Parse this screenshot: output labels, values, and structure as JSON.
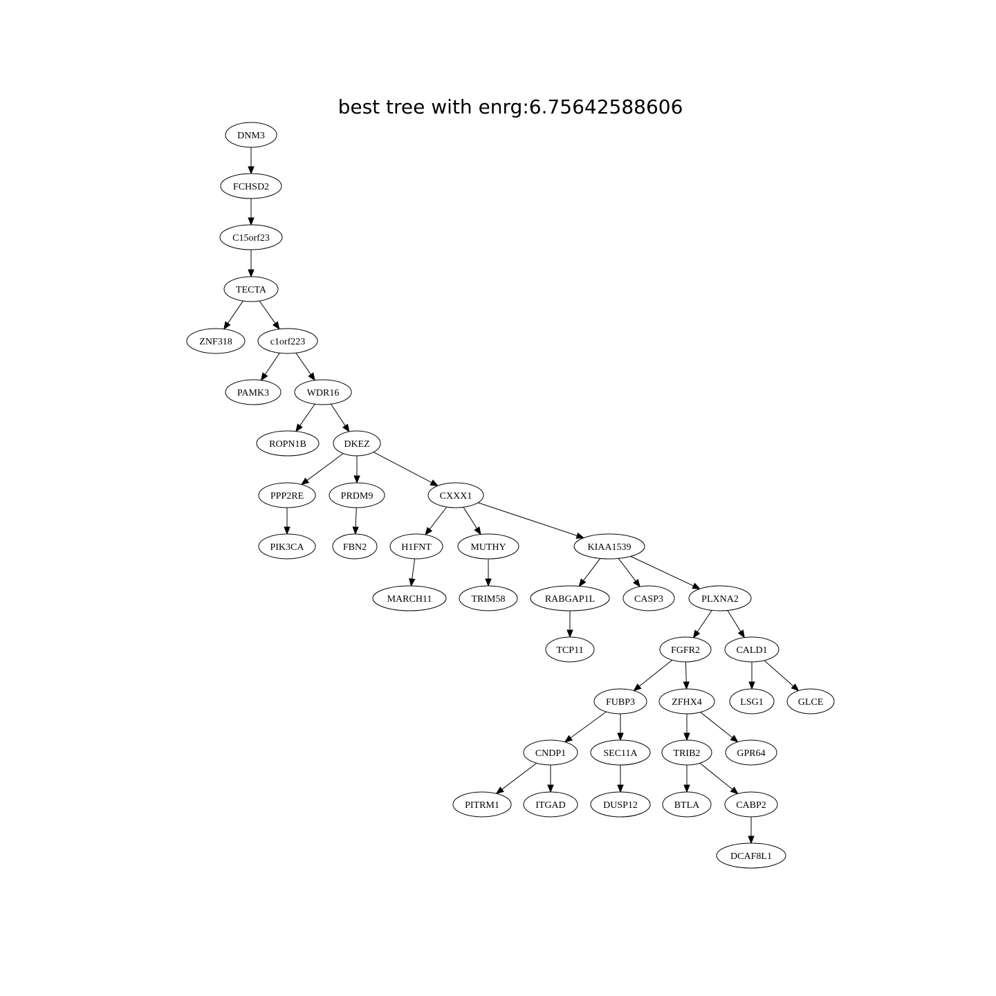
{
  "title": "best tree with enrg:6.75642588606",
  "nodes": [
    {
      "id": "DNM3",
      "label": "DNM3"
    },
    {
      "id": "FCHSD2",
      "label": "FCHSD2"
    },
    {
      "id": "C15orf23",
      "label": "C15orf23"
    },
    {
      "id": "TECTA",
      "label": "TECTA"
    },
    {
      "id": "ZNF318",
      "label": "ZNF318"
    },
    {
      "id": "c1orf223",
      "label": "c1orf223"
    },
    {
      "id": "PAMK3",
      "label": "PAMK3"
    },
    {
      "id": "WDR16",
      "label": "WDR16"
    },
    {
      "id": "ROPN1B",
      "label": "ROPN1B"
    },
    {
      "id": "DKEZ",
      "label": "DKEZ"
    },
    {
      "id": "PPP2RE",
      "label": "PPP2RE"
    },
    {
      "id": "PRDM9",
      "label": "PRDM9"
    },
    {
      "id": "CXXX1",
      "label": "CXXX1"
    },
    {
      "id": "PIK3CA",
      "label": "PIK3CA"
    },
    {
      "id": "FBN2",
      "label": "FBN2"
    },
    {
      "id": "H1FNT",
      "label": "H1FNT"
    },
    {
      "id": "MUTHY",
      "label": "MUTHY"
    },
    {
      "id": "KIAA1539",
      "label": "KIAA1539"
    },
    {
      "id": "MARCH11",
      "label": "MARCH11"
    },
    {
      "id": "TRIM58",
      "label": "TRIM58"
    },
    {
      "id": "RABGAP1L",
      "label": "RABGAP1L"
    },
    {
      "id": "CASP3",
      "label": "CASP3"
    },
    {
      "id": "PLXNA2",
      "label": "PLXNA2"
    },
    {
      "id": "TCP11",
      "label": "TCP11"
    },
    {
      "id": "FGFR2",
      "label": "FGFR2"
    },
    {
      "id": "CALD1",
      "label": "CALD1"
    },
    {
      "id": "FUBP3",
      "label": "FUBP3"
    },
    {
      "id": "ZFHX4",
      "label": "ZFHX4"
    },
    {
      "id": "LSG1",
      "label": "LSG1"
    },
    {
      "id": "GLCE",
      "label": "GLCE"
    },
    {
      "id": "CNDP1",
      "label": "CNDP1"
    },
    {
      "id": "SEC11A",
      "label": "SEC11A"
    },
    {
      "id": "TRIB2",
      "label": "TRIB2"
    },
    {
      "id": "GPR64",
      "label": "GPR64"
    },
    {
      "id": "PITRM1",
      "label": "PITRM1"
    },
    {
      "id": "ITGAD",
      "label": "ITGAD"
    },
    {
      "id": "DUSP12",
      "label": "DUSP12"
    },
    {
      "id": "BTLA",
      "label": "BTLA"
    },
    {
      "id": "CABP2",
      "label": "CABP2"
    },
    {
      "id": "DCAF8L1",
      "label": "DCAF8L1"
    }
  ],
  "edges": [
    [
      "DNM3",
      "FCHSD2"
    ],
    [
      "FCHSD2",
      "C15orf23"
    ],
    [
      "C15orf23",
      "TECTA"
    ],
    [
      "TECTA",
      "ZNF318"
    ],
    [
      "TECTA",
      "c1orf223"
    ],
    [
      "c1orf223",
      "PAMK3"
    ],
    [
      "c1orf223",
      "WDR16"
    ],
    [
      "WDR16",
      "ROPN1B"
    ],
    [
      "WDR16",
      "DKEZ"
    ],
    [
      "DKEZ",
      "PPP2RE"
    ],
    [
      "DKEZ",
      "PRDM9"
    ],
    [
      "DKEZ",
      "CXXX1"
    ],
    [
      "PPP2RE",
      "PIK3CA"
    ],
    [
      "PRDM9",
      "FBN2"
    ],
    [
      "CXXX1",
      "H1FNT"
    ],
    [
      "CXXX1",
      "MUTHY"
    ],
    [
      "CXXX1",
      "KIAA1539"
    ],
    [
      "H1FNT",
      "MARCH11"
    ],
    [
      "MUTHY",
      "TRIM58"
    ],
    [
      "KIAA1539",
      "RABGAP1L"
    ],
    [
      "KIAA1539",
      "CASP3"
    ],
    [
      "KIAA1539",
      "PLXNA2"
    ],
    [
      "RABGAP1L",
      "TCP11"
    ],
    [
      "PLXNA2",
      "FGFR2"
    ],
    [
      "PLXNA2",
      "CALD1"
    ],
    [
      "FGFR2",
      "FUBP3"
    ],
    [
      "FGFR2",
      "ZFHX4"
    ],
    [
      "CALD1",
      "LSG1"
    ],
    [
      "CALD1",
      "GLCE"
    ],
    [
      "FUBP3",
      "CNDP1"
    ],
    [
      "FUBP3",
      "SEC11A"
    ],
    [
      "ZFHX4",
      "TRIB2"
    ],
    [
      "ZFHX4",
      "GPR64"
    ],
    [
      "CNDP1",
      "PITRM1"
    ],
    [
      "CNDP1",
      "ITGAD"
    ],
    [
      "SEC11A",
      "DUSP12"
    ],
    [
      "TRIB2",
      "BTLA"
    ],
    [
      "TRIB2",
      "CABP2"
    ],
    [
      "CABP2",
      "DCAF8L1"
    ]
  ]
}
